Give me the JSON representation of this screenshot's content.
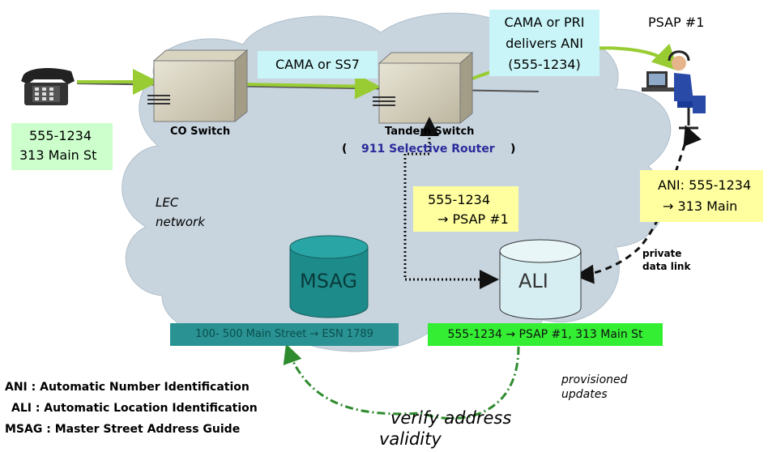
{
  "phone": {
    "number": "555-1234",
    "address": "313 Main St"
  },
  "co_switch": {
    "label": "CO Switch"
  },
  "trunk_label": "CAMA or SS7",
  "tandem": {
    "label": "Tandem Switch",
    "router": "911 Selective Router",
    "paren_open": "(",
    "paren_close": ")"
  },
  "cama_box": {
    "line1": "CAMA or PRI",
    "line2": "delivers ANI",
    "line3": "(555-1234)"
  },
  "psap": {
    "label": "PSAP #1"
  },
  "ani_box": {
    "line1": "ANI: 555-1234",
    "line2": "→ 313 Main"
  },
  "route_box": {
    "line1": "555-1234",
    "line2": "→ PSAP #1"
  },
  "lec": {
    "line1": "LEC",
    "line2": "network"
  },
  "msag": {
    "label": "MSAG",
    "record": "100-  500 Main Street → ESN 1789"
  },
  "ali": {
    "label": "ALI",
    "record": "555-1234 →  PSAP #1, 313 Main St"
  },
  "private_link": {
    "line1": "private",
    "line2": "data link"
  },
  "provisioned": {
    "line1": "provisioned",
    "line2": "updates"
  },
  "verify": {
    "line1": "verify address",
    "line2": "validity"
  },
  "legend": [
    {
      "text": "ANI : Automatic Number Identification"
    },
    {
      "text": "ALI : Automatic Location Identification"
    },
    {
      "text": "MSAG : Master Street Address Guide"
    }
  ],
  "colors": {
    "cloud": "#c8d5df",
    "trunk_green": "#99cc33",
    "msag_teal": "#1e8b8b",
    "ali_cyan": "#d6eef2",
    "note_yellow": "#ffffa0",
    "note_green": "#ccffcc",
    "note_cyan": "#c9f5f8",
    "ali_record_green": "#33ee33",
    "msag_record_teal": "#2a9292",
    "router_blue": "#2a2a9a",
    "verify_green": "#2e8b2e"
  }
}
